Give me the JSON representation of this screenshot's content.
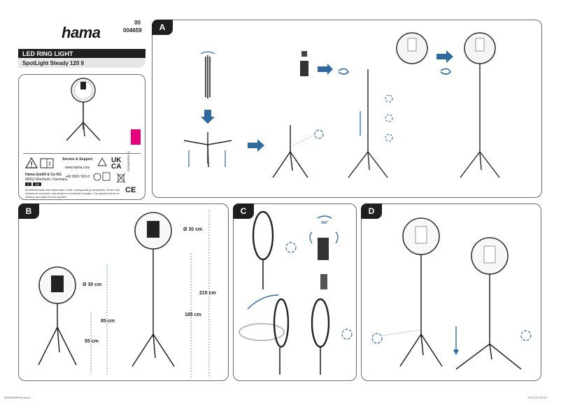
{
  "header": {
    "brand": "hama",
    "code_top": "00",
    "code_bottom": "004659",
    "product_type": "LED RING LIGHT",
    "product_name": "SpotLight Steady 120 II"
  },
  "info": {
    "service_title": "Service & Support",
    "website": "www.hama.com",
    "phone": "+49 9091 502-0",
    "company": "Hama GmbH & Co KG",
    "address": "86652 Monheim / Germany",
    "lang_a": "D",
    "lang_b": "GB",
    "mark_uk": "UK",
    "mark_ca": "CA",
    "mark_ce": "CE",
    "legal": "All listed brands are trademarks of the corresponding companies. Errors and omissions excepted, and subject to technical changes. Our general terms of delivery and payment are applied.",
    "side_code": "00004659/03.22"
  },
  "panels": {
    "a": "A",
    "b": "B",
    "c": "C",
    "d": "D"
  },
  "dimensions": {
    "b_small_ring": "Ø 30 cm",
    "b_small_height": "85 cm",
    "b_small_leg": "55 cm",
    "b_large_ring": "Ø 30 cm",
    "b_large_height": "215 cm",
    "b_large_leg": "185 cm",
    "c_rotation": "360°"
  },
  "footer": {
    "left": "00004659Pma.indd  1",
    "right": "01.07.22  15:22"
  },
  "colors": {
    "accent_blue": "#2e6a9e",
    "dark": "#1f1f1f",
    "magenta": "#e6007e",
    "border": "#6d6d6d"
  }
}
